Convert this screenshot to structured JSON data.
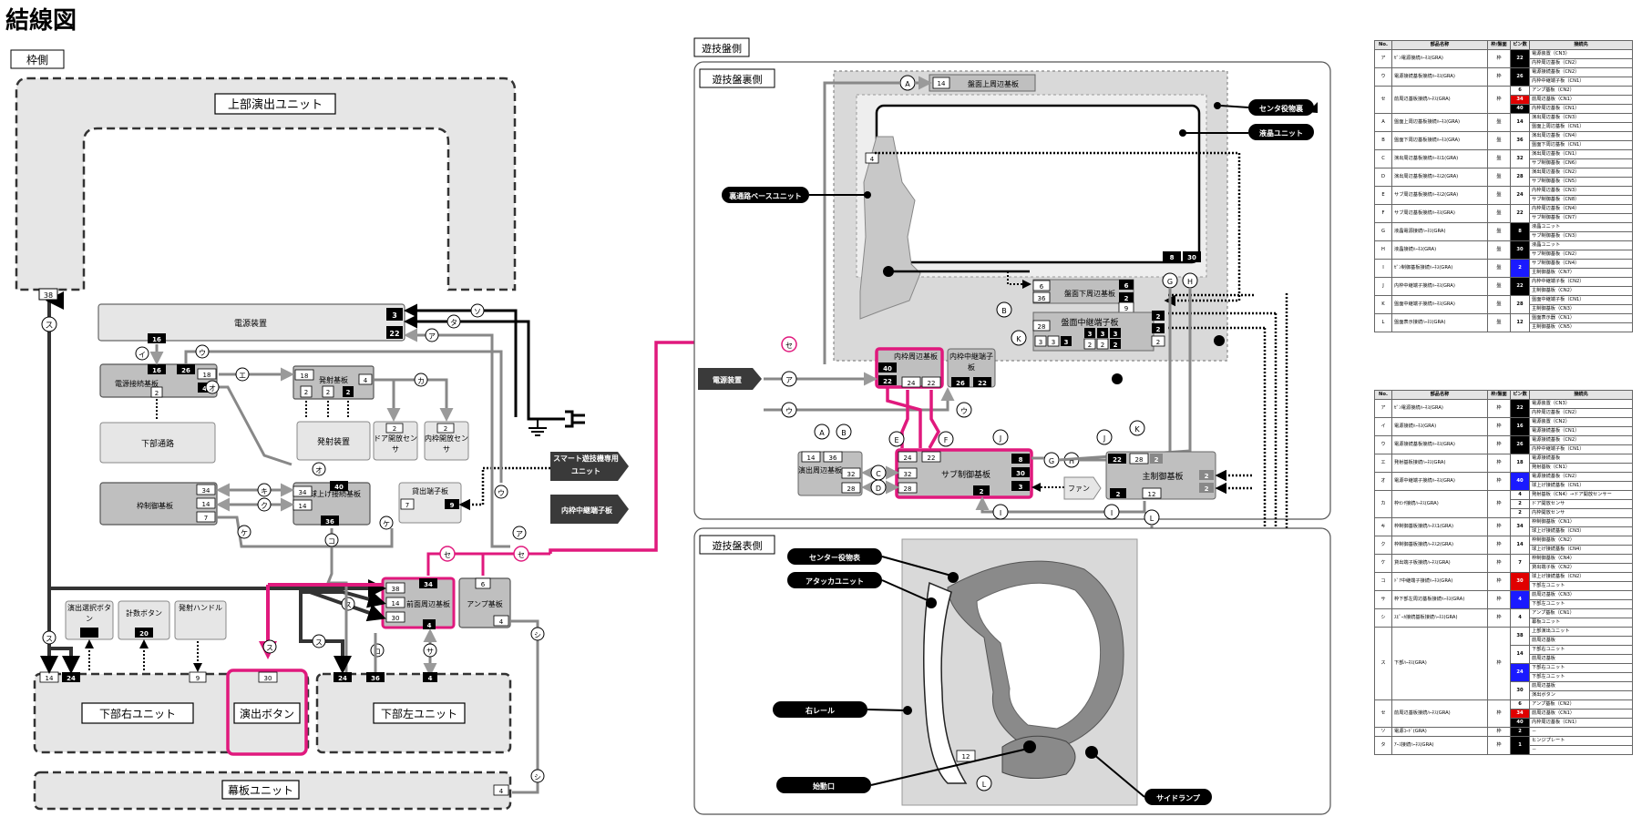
{
  "title": "結線図",
  "colors": {
    "magenta": "#e0197d",
    "dark": "#000000",
    "grey": "#9a9a9a",
    "fill": "#d9d9d9",
    "fill_dark": "#bfbfbf",
    "pin_red": "#e00000",
    "pin_blue": "#1a1aff"
  },
  "sections": {
    "frame": "枠側",
    "board": "遊技盤側",
    "board_back": "遊技盤裏側",
    "board_front": "遊技盤表側"
  },
  "units": {
    "top_unit": "上部演出ユニット",
    "power_device": "電源装置",
    "power_relay": "電源接続基板",
    "lower_passage": "下部通路",
    "launch_board": "発射基板",
    "launch_device": "発射装置",
    "door_sensor": "ドア開放センサ",
    "inner_sensor": "内枠開放センサ",
    "frame_ctrl": "枠制御基板",
    "ball_lift": "球上げ接続基板",
    "payout": "貸出端子板",
    "smart_unit": "スマート遊技機専用ユニット",
    "inner_relay_terminal": "内枠中継端子板",
    "front_periph": "前面周辺基板",
    "amp": "アンプ基板",
    "sel_button": "演出選択ボタン",
    "cross_button": "計数ボタン",
    "launch_handle": "発射ハンドル",
    "lower_right": "下部右ユニット",
    "effect_button": "演出ボタン",
    "lower_left": "下部左ユニット",
    "curtain": "幕板ユニット",
    "board_top_periph": "盤面上周辺基板",
    "center_decor_back": "センタ役物裏",
    "lcd": "液晶ユニット",
    "back_base": "裏通路ベースユニット",
    "board_bottom_periph": "盤面下周辺基板",
    "board_relay_terminal": "盤面中継端子板",
    "inner_periph": "内枠周辺基板",
    "inner_relay": "内枠中継端子板",
    "power_device2": "電源装置",
    "effect_periph": "演出周辺基板",
    "sub_ctrl": "サブ制御基板",
    "fan": "ファン",
    "main_ctrl": "主制御基板",
    "center_decor": "センター役物表",
    "attacker": "アタッカユニット",
    "right_rail": "右レール",
    "start_port": "始動口",
    "side_lamp": "サイドランプ"
  },
  "labels": {
    "a": "ア",
    "i": "イ",
    "u": "ウ",
    "e": "エ",
    "o": "オ",
    "ka": "カ",
    "ki": "キ",
    "ku": "ク",
    "ke": "ケ",
    "ko": "コ",
    "sa": "サ",
    "shi": "シ",
    "su": "ス",
    "se": "セ",
    "so": "ソ",
    "ta": "タ",
    "A": "A",
    "B": "B",
    "C": "C",
    "D": "D",
    "E": "E",
    "F": "F",
    "G": "G",
    "H": "H",
    "I": "I",
    "J": "J",
    "K": "K",
    "L": "L"
  },
  "pins": {
    "n2": "2",
    "n3": "3",
    "n4": "4",
    "n6": "6",
    "n7": "7",
    "n8": "8",
    "n9": "9",
    "n12": "12",
    "n14": "14",
    "n16": "16",
    "n18": "18",
    "n20": "20",
    "n22": "22",
    "n24": "24",
    "n26": "26",
    "n28": "28",
    "n30": "30",
    "n32": "32",
    "n34": "34",
    "n36": "36",
    "n38": "38",
    "n40": "40"
  },
  "table_headers": [
    "No.",
    "部品名称",
    "枠/盤面",
    "ピン数",
    "接続先"
  ],
  "table1": [
    {
      "no": "ア",
      "name": "ｾﾞﾝ電源接続ﾊｰﾈｽ(GRA)",
      "side": "枠",
      "pins": "22",
      "pc": "",
      "dest": [
        "電源装置（CN3）",
        "内枠周辺基板（CN2）"
      ]
    },
    {
      "no": "ウ",
      "name": "電源接続基板接続ﾊｰﾈｽ(GRA)",
      "side": "枠",
      "pins": "26",
      "pc": "",
      "dest": [
        "電源接続基板（CN2）",
        "内枠中継端子板（CN1）"
      ]
    },
    {
      "no": "セ",
      "name": "前周辺基板接続ﾊｰﾈｽ(GRA)",
      "side": "枠",
      "pins": "6|34|40",
      "pc": "plain|red|",
      "dest": [
        "アンプ基板（CN2）",
        "前周辺基板（CN1）",
        "内枠周辺基板（CN1）"
      ]
    },
    {
      "no": "A",
      "name": "盤面上周辺基板接続ﾊｰﾈｽ(GRA)",
      "side": "盤",
      "pins": "14",
      "pc": "plain",
      "dest": [
        "演出周辺基板（CN3）",
        "盤面上周辺基板（CN1）"
      ]
    },
    {
      "no": "B",
      "name": "盤面下周辺基板接続ﾊｰﾈｽ(GRA)",
      "side": "盤",
      "pins": "36",
      "pc": "plain",
      "dest": [
        "演出周辺基板（CN4）",
        "盤面下周辺基板（CN1）"
      ]
    },
    {
      "no": "C",
      "name": "演出周辺基板接続ﾊｰﾈｽ1(GRA)",
      "side": "盤",
      "pins": "32",
      "pc": "plain",
      "dest": [
        "演出周辺基板（CN1）",
        "サブ制御基板（CN6）"
      ]
    },
    {
      "no": "D",
      "name": "演出周辺基板接続ﾊｰﾈｽ2(GRA)",
      "side": "盤",
      "pins": "28",
      "pc": "plain",
      "dest": [
        "演出周辺基板（CN2）",
        "サブ制御基板（CN5）"
      ]
    },
    {
      "no": "E",
      "name": "サブ周辺基板接続ﾊｰﾈｽ2(GRA)",
      "side": "盤",
      "pins": "24",
      "pc": "plain",
      "dest": [
        "内枠周辺基板（CN3）",
        "サブ制御基板（CN8）"
      ]
    },
    {
      "no": "F",
      "name": "サブ周辺基板接続ﾊｰﾈｽ(GRA)",
      "side": "盤",
      "pins": "22",
      "pc": "plain",
      "dest": [
        "内枠周辺基板（CN4）",
        "サブ制御基板（CN7）"
      ]
    },
    {
      "no": "G",
      "name": "液晶電源接続ﾊｰﾈｽ(GRA)",
      "side": "盤",
      "pins": "8",
      "pc": "",
      "dest": [
        "液晶ユニット",
        "サブ制御基板（CN3）"
      ]
    },
    {
      "no": "H",
      "name": "液晶接続ﾊｰﾈｽ(GRA)",
      "side": "盤",
      "pins": "30",
      "pc": "",
      "dest": [
        "液晶ユニット",
        "サブ制御基板（CN2）"
      ]
    },
    {
      "no": "I",
      "name": "ｾﾞﾝ制御基板接続ﾊｰﾈｽ(GRA)",
      "side": "盤",
      "pins": "2",
      "pc": "blue",
      "dest": [
        "サブ制御基板（CN4）",
        "主制御基板（CN7）"
      ]
    },
    {
      "no": "J",
      "name": "内枠中継端子接続ﾊｰﾈｽ(GRA)",
      "side": "盤",
      "pins": "22",
      "pc": "",
      "dest": [
        "内枠中継端子板（CN2）",
        "主制御基板（CN2）"
      ]
    },
    {
      "no": "K",
      "name": "盤面中継端子接続ﾊｰﾈｽ(GRA)",
      "side": "盤",
      "pins": "28",
      "pc": "plain",
      "dest": [
        "盤面中継端子板（CN1）",
        "主制御基板（CN3）"
      ]
    },
    {
      "no": "L",
      "name": "盤面表示接続ﾊｰﾈｽ(GRA)",
      "side": "盤",
      "pins": "12",
      "pc": "plain",
      "dest": [
        "盤面表示器（CN1）",
        "主制御基板（CN5）"
      ]
    }
  ],
  "table2": [
    {
      "no": "ア",
      "name": "ｾﾞﾝ電源接続ﾊｰﾈｽ(GRA)",
      "side": "枠",
      "pins": "22",
      "pc": "",
      "dest": [
        "電源装置（CN3）",
        "内枠周辺基板（CN2）"
      ]
    },
    {
      "no": "イ",
      "name": "電源接続ﾊｰﾈｽ(GRA)",
      "side": "枠",
      "pins": "16",
      "pc": "",
      "dest": [
        "電源装置（CN2）",
        "電源接続基板（CN1）"
      ]
    },
    {
      "no": "ウ",
      "name": "電源接続基板接続ﾊｰﾈｽ(GRA)",
      "side": "枠",
      "pins": "26",
      "pc": "",
      "dest": [
        "電源接続基板（CN2）",
        "内枠中継端子板（CN1）"
      ]
    },
    {
      "no": "エ",
      "name": "発射基板接続ﾊｰﾈｽ(GRA)",
      "side": "枠",
      "pins": "18",
      "pc": "plain",
      "dest": [
        "電源接続基板",
        "発射基板（CN1）"
      ]
    },
    {
      "no": "オ",
      "name": "電源中継端子接続ﾊｰﾈｽ(GRA)",
      "side": "枠",
      "pins": "40",
      "pc": "blue",
      "dest": [
        "電源接続基板（CN2）",
        "球上げ接続基板（CN1）"
      ]
    },
    {
      "no": "カ",
      "name": "枠ｾﾝｻ接続ﾊｰﾈｽ(GRA)",
      "side": "枠",
      "pins": "4|2|2",
      "pc": "plain|plain|plain",
      "dest": [
        "発射基板（CN4）→ドア開放センサー",
        "ドア開放センサ",
        "内枠開放センサ"
      ]
    },
    {
      "no": "キ",
      "name": "枠制御基板接続ﾊｰﾈｽ1(GRA)",
      "side": "枠",
      "pins": "34",
      "pc": "plain",
      "dest": [
        "枠制御基板（CN1）",
        "球上げ接続基板（CN3）"
      ]
    },
    {
      "no": "ク",
      "name": "枠制御基板接続ﾊｰﾈｽ2(GRA)",
      "side": "枠",
      "pins": "14",
      "pc": "plain",
      "dest": [
        "枠制御基板（CN2）",
        "球上げ接続基板（CN4）"
      ]
    },
    {
      "no": "ケ",
      "name": "貸出端子板接続ﾊｰﾈｽ(GRA)",
      "side": "枠",
      "pins": "7",
      "pc": "plain",
      "dest": [
        "枠制御基板（CN4）",
        "貸出端子板（CN2）"
      ]
    },
    {
      "no": "コ",
      "name": "ﾄﾞｱ中継端子接続ﾊｰﾈｽ(GRA)",
      "side": "枠",
      "pins": "30",
      "pc": "red",
      "dest": [
        "球上げ接続基板（CN2）",
        "下部左ユニット"
      ]
    },
    {
      "no": "サ",
      "name": "枠下部左周辺基板接続ﾊｰﾈｽ(GRA)",
      "side": "枠",
      "pins": "4",
      "pc": "blue",
      "dest": [
        "前周辺基板（CN3）",
        "下部左ユニット"
      ]
    },
    {
      "no": "シ",
      "name": "ｽﾋﾟｰｶ接続基板接続ﾊｰﾈｽ(GRA)",
      "side": "枠",
      "pins": "4",
      "pc": "plain",
      "dest": [
        "アンプ基板（CN1）",
        "幕板ユニット"
      ]
    },
    {
      "no": "ス",
      "name": "下部ﾊｰﾈｽ(GRA)",
      "side": "枠",
      "pins": "38|14|24|30",
      "pc": "plain|plain|blue|plain",
      "dest": [
        "上部演出ユニット",
        "前周辺基板",
        "下部右ユニット",
        "前周辺基板",
        "下部右ユニット",
        "下部左ユニット",
        "前周辺基板",
        "演出ボタン"
      ]
    },
    {
      "no": "セ",
      "name": "前周辺基板接続ﾊｰﾈｽ(GRA)",
      "side": "枠",
      "pins": "6|34|40",
      "pc": "plain|red|",
      "dest": [
        "アンプ基板（CN2）",
        "前周辺基板（CN1）",
        "内枠周辺基板（CN1）"
      ]
    },
    {
      "no": "ソ",
      "name": "電源ｺｰﾄﾞ(GRA)",
      "side": "枠",
      "pins": "2",
      "pc": "",
      "dest": [
        "－"
      ]
    },
    {
      "no": "タ",
      "name": "ｱｰｽ接続ﾊｰﾈｽ(GRA)",
      "side": "枠",
      "pins": "1",
      "pc": "",
      "dest": [
        "ヒンジプレート",
        "－"
      ]
    }
  ]
}
